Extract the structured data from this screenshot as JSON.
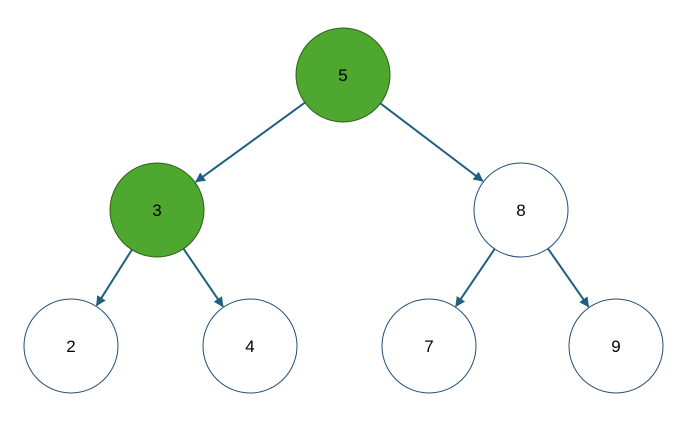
{
  "colors": {
    "edge": "#1f5f7f",
    "node_stroke": "#1f4e79",
    "highlight_fill": "#4ea72e",
    "highlight_stroke": "#2f5f1a",
    "default_fill": "#ffffff"
  },
  "tree": {
    "nodes": [
      {
        "id": "n5",
        "label": "5",
        "highlighted": true
      },
      {
        "id": "n3",
        "label": "3",
        "highlighted": true
      },
      {
        "id": "n8",
        "label": "8",
        "highlighted": false
      },
      {
        "id": "n2",
        "label": "2",
        "highlighted": false
      },
      {
        "id": "n4",
        "label": "4",
        "highlighted": false
      },
      {
        "id": "n7",
        "label": "7",
        "highlighted": false
      },
      {
        "id": "n9",
        "label": "9",
        "highlighted": false
      }
    ],
    "edges": [
      {
        "from": "n5",
        "to": "n3"
      },
      {
        "from": "n5",
        "to": "n8"
      },
      {
        "from": "n3",
        "to": "n2"
      },
      {
        "from": "n3",
        "to": "n4"
      },
      {
        "from": "n8",
        "to": "n7"
      },
      {
        "from": "n8",
        "to": "n9"
      }
    ]
  }
}
